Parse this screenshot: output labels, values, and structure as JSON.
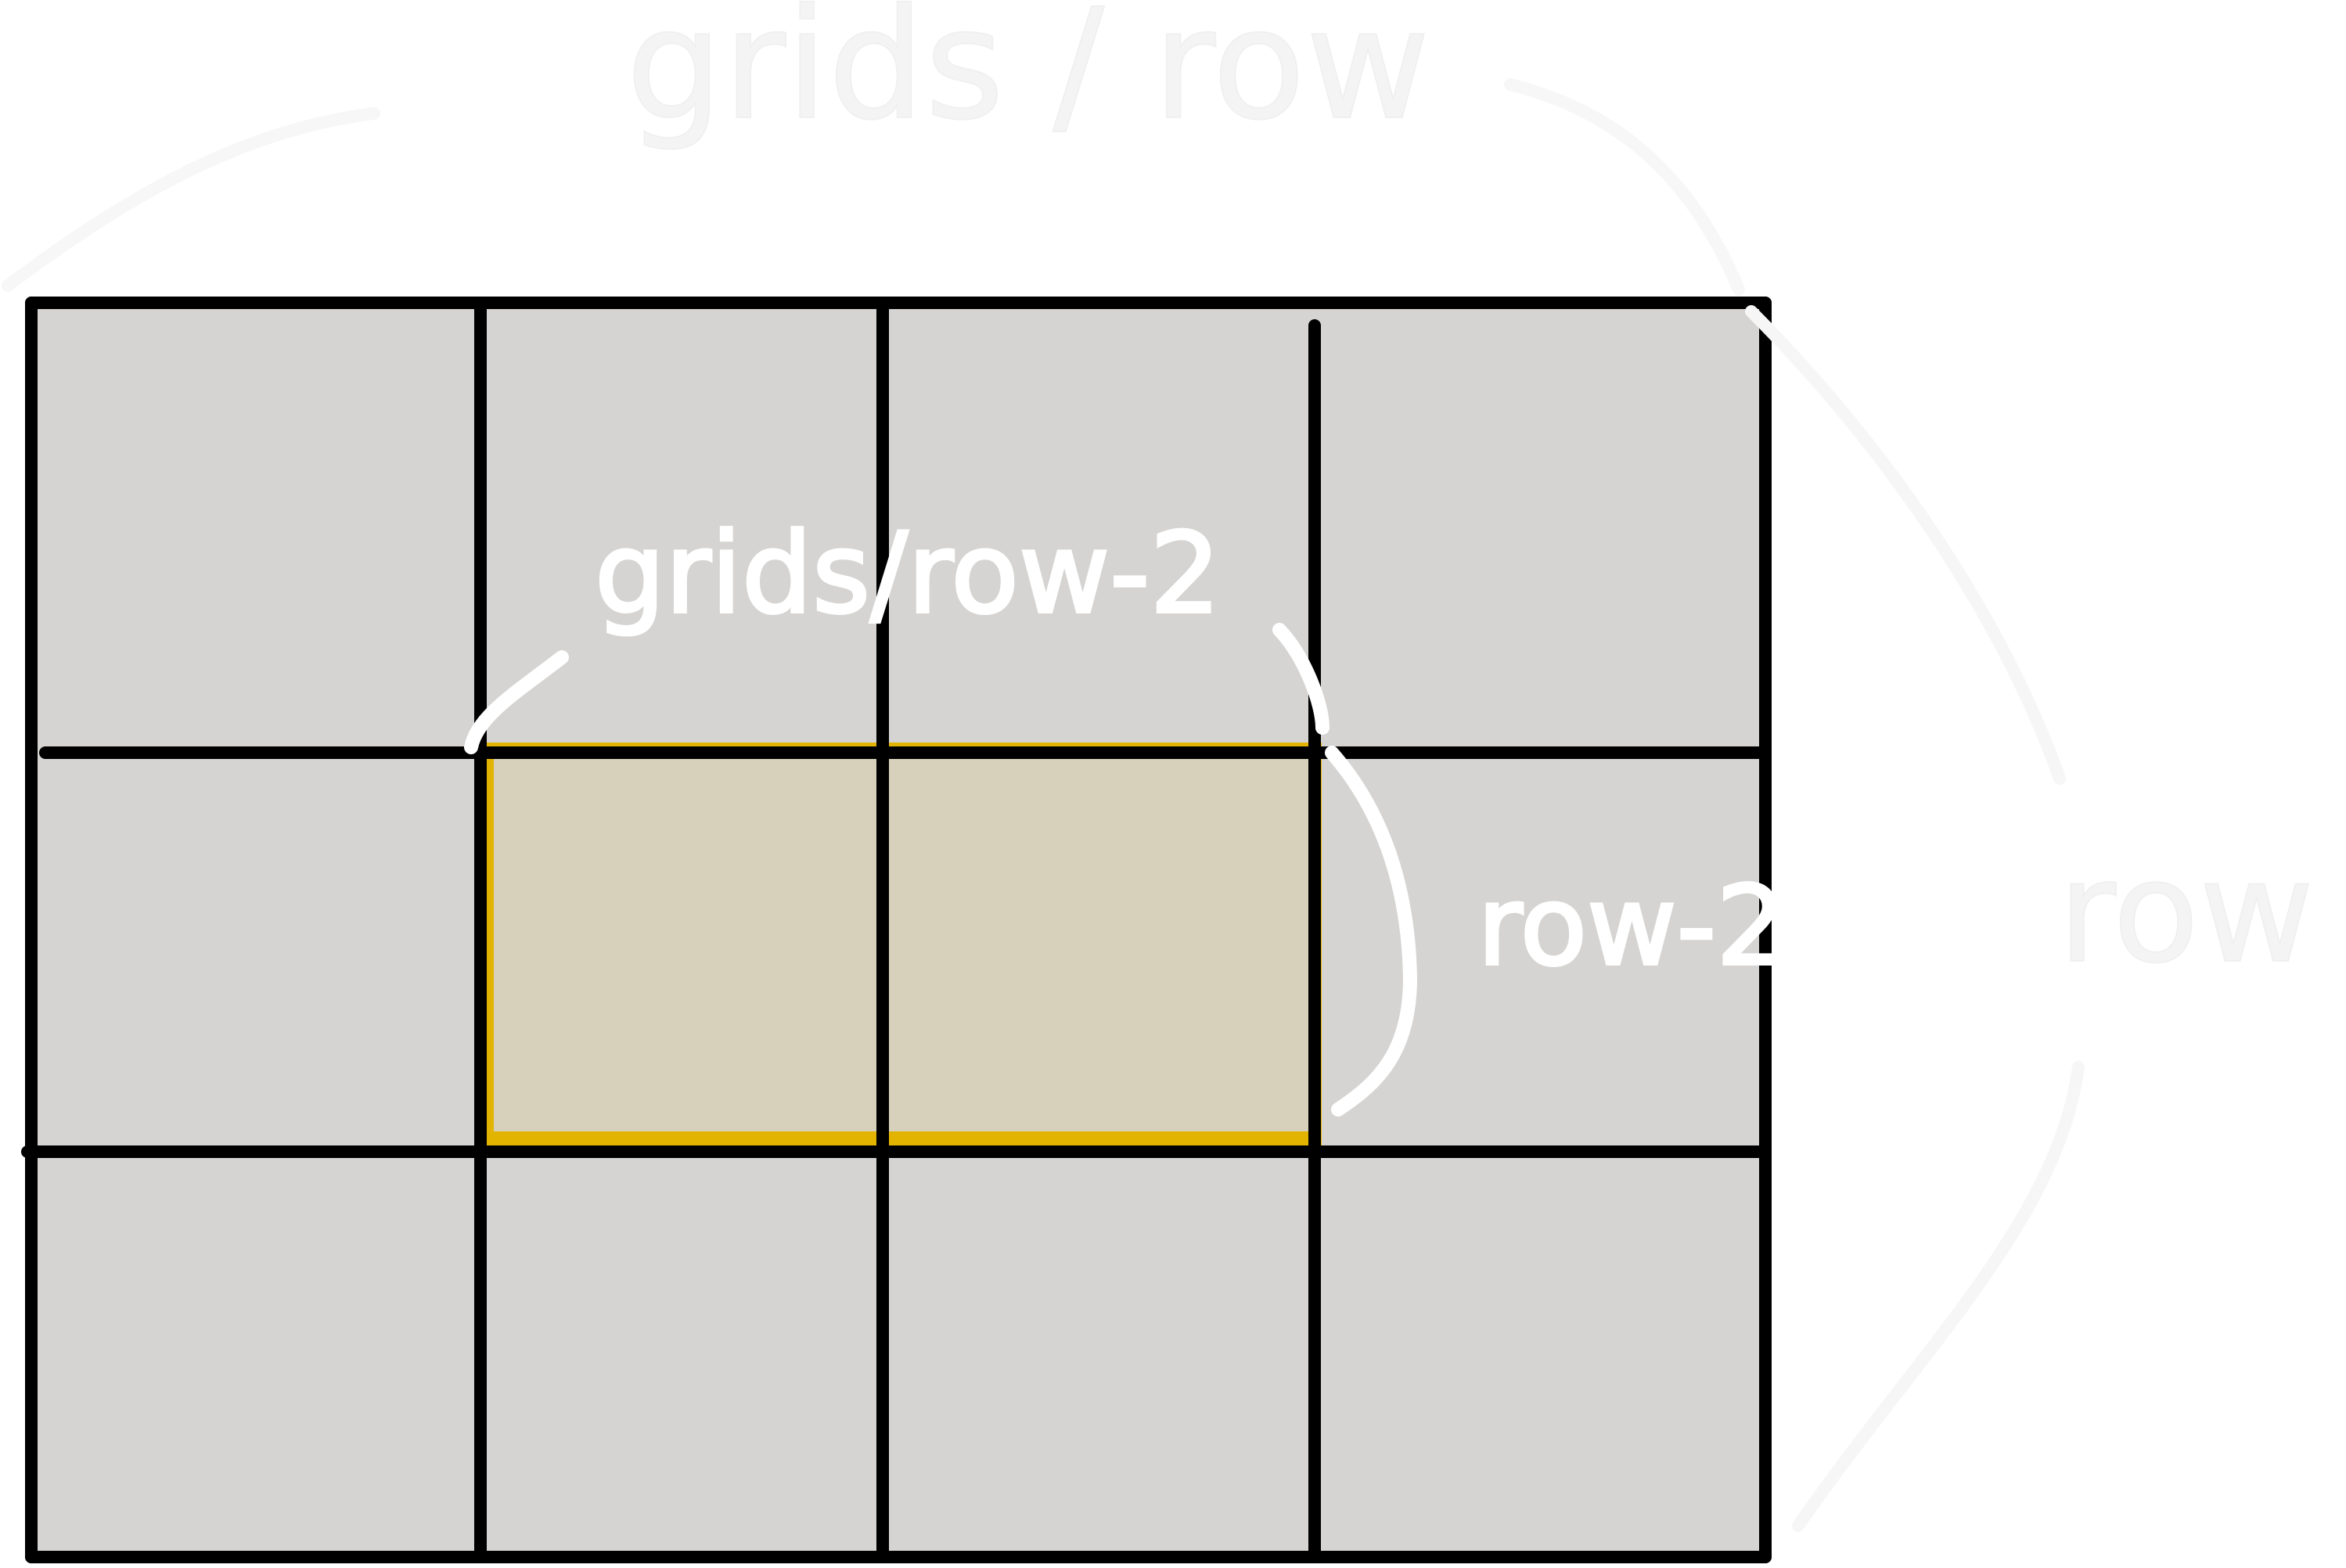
{
  "diagram": {
    "grid": {
      "rows": 3,
      "columns": 4,
      "cell_fill": "#d5d4d2",
      "line_color": "#000000",
      "highlight_fill": "#d7d1bb",
      "highlight_border": "#e2b400",
      "highlight_cells": [
        {
          "row": 2,
          "column": 2
        },
        {
          "row": 2,
          "column": 3
        }
      ]
    },
    "annotations": {
      "faint_top_label": "grids / row",
      "selected_width_label": "grids/row-2",
      "selected_height_label": "row-2",
      "faint_right_label": "row",
      "bright_color": "#ffffff",
      "faint_color": "#f4f4f4"
    }
  }
}
